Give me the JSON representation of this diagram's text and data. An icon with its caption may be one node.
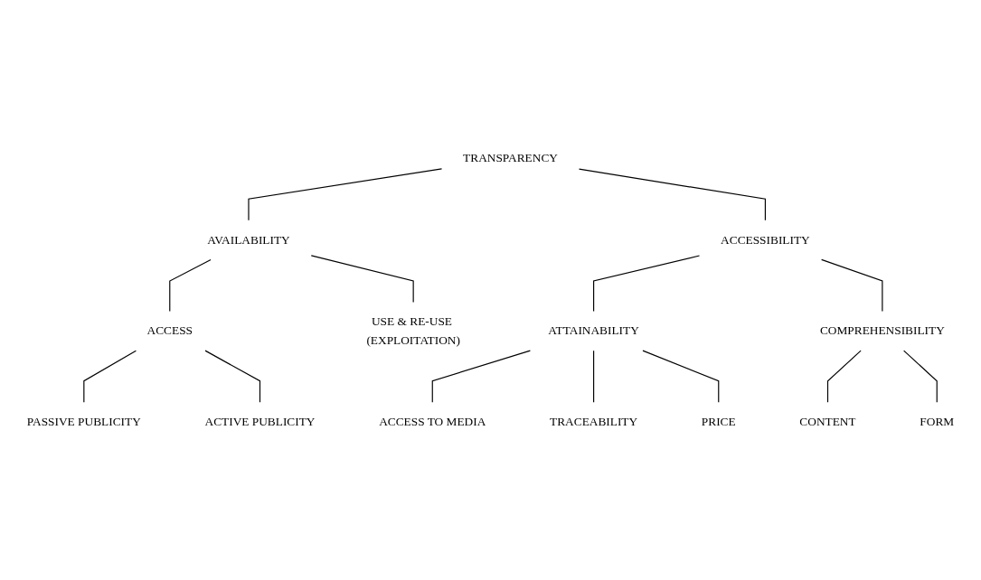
{
  "diagram": {
    "nodes": [
      {
        "text": [
          "TRANSPARENCY"
        ]
      },
      {
        "text": [
          "AVAILABILITY"
        ]
      },
      {
        "text": [
          "ACCESSIBILITY"
        ]
      },
      {
        "text": [
          "ACCESS"
        ]
      },
      {
        "text": [
          "USE & RE-USE (EXPLOITATION)"
        ]
      },
      {
        "text": [
          "ATTAINABILITY"
        ]
      },
      {
        "text": [
          "COMPREHENSIBILITY"
        ]
      },
      {
        "text": [
          "PASSIVE PUBLICITY"
        ]
      },
      {
        "text": [
          "ACTIVE PUBLICITY"
        ]
      },
      {
        "text": [
          "ACCESS TO MEDIA"
        ]
      },
      {
        "text": [
          "TRACEABILITY"
        ]
      },
      {
        "text": [
          "PRICE"
        ]
      },
      {
        "text": [
          "CONTENT"
        ]
      },
      {
        "text": [
          "FORM"
        ]
      }
    ],
    "edges": [
      {
        "from": 0,
        "to": 1,
        "arrow": "none"
      },
      {
        "from": 0,
        "to": 2,
        "arrow": "none"
      },
      {
        "from": 1,
        "to": 3,
        "arrow": "none"
      },
      {
        "from": 1,
        "to": 4,
        "arrow": "none"
      },
      {
        "from": 2,
        "to": 5,
        "arrow": "none"
      },
      {
        "from": 2,
        "to": 6,
        "arrow": "none"
      },
      {
        "from": 3,
        "to": 7,
        "arrow": "none"
      },
      {
        "from": 3,
        "to": 8,
        "arrow": "none"
      },
      {
        "from": 5,
        "to": 9,
        "arrow": "none"
      },
      {
        "from": 5,
        "to": 10,
        "arrow": "none"
      },
      {
        "from": 5,
        "to": 11,
        "arrow": "none"
      },
      {
        "from": 6,
        "to": 12,
        "arrow": "none"
      },
      {
        "from": 6,
        "to": 13,
        "arrow": "none"
      }
    ]
  }
}
